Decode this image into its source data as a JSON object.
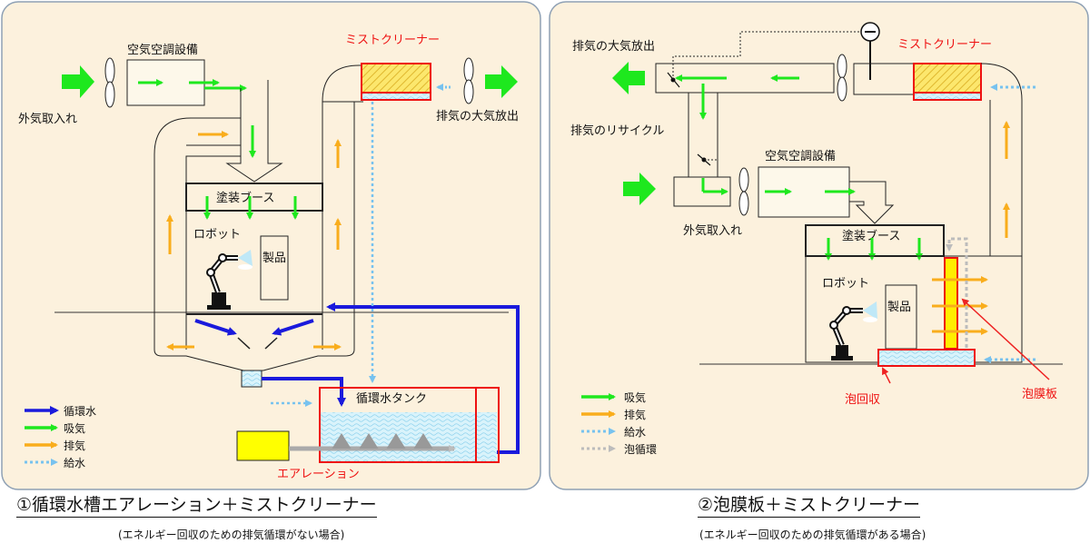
{
  "colors": {
    "panel_bg": "#fcf1dd",
    "panel_border": "#8ea0b4",
    "circulating_water": "#1a1adc",
    "intake": "#1ee81e",
    "exhaust": "#f9ad1c",
    "water_supply": "#77c2ef",
    "foam_circulation": "#bcbcbc",
    "mist_cleaner_red": "#ee1111",
    "filter_yellow": "#fce76d",
    "water_cyan": "#d9f3fb",
    "aerator_yellow": "#ffff00"
  },
  "left": {
    "mist_cleaner": "ミストクリーナー",
    "aircon": "空気空調設備",
    "outside_air": "外気取入れ",
    "exhaust_release": "排気の大気放出",
    "booth": "塗装ブース",
    "robot": "ロボット",
    "product": "製品",
    "tank": "循環水タンク",
    "aeration": "エアレーション",
    "legend": [
      {
        "label": "循環水",
        "icon": "blue-arrow"
      },
      {
        "label": "吸気",
        "icon": "green-arrow"
      },
      {
        "label": "排気",
        "icon": "orange-arrow"
      },
      {
        "label": "給水",
        "icon": "dotted-blue-arrow"
      }
    ],
    "caption": "①循環水槽エアレーション＋ミストクリーナー",
    "subcaption": "(エネルギー回収のための排気循環がない場合)"
  },
  "right": {
    "exhaust_release": "排気の大気放出",
    "mist_cleaner": "ミストクリーナー",
    "recycle": "排気のリサイクル",
    "aircon": "空気空調設備",
    "outside_air": "外気取入れ",
    "booth": "塗装ブース",
    "robot": "ロボット",
    "product": "製品",
    "foam_recovery": "泡回収",
    "foam_plate": "泡膜板",
    "legend": [
      {
        "label": "吸気",
        "icon": "green-arrow"
      },
      {
        "label": "排気",
        "icon": "orange-arrow"
      },
      {
        "label": "給水",
        "icon": "dotted-blue-arrow"
      },
      {
        "label": "泡循環",
        "icon": "dotted-gray-arrow"
      }
    ],
    "caption": "②泡膜板＋ミストクリーナー",
    "subcaption": "(エネルギー回収のための排気循環がある場合)"
  }
}
